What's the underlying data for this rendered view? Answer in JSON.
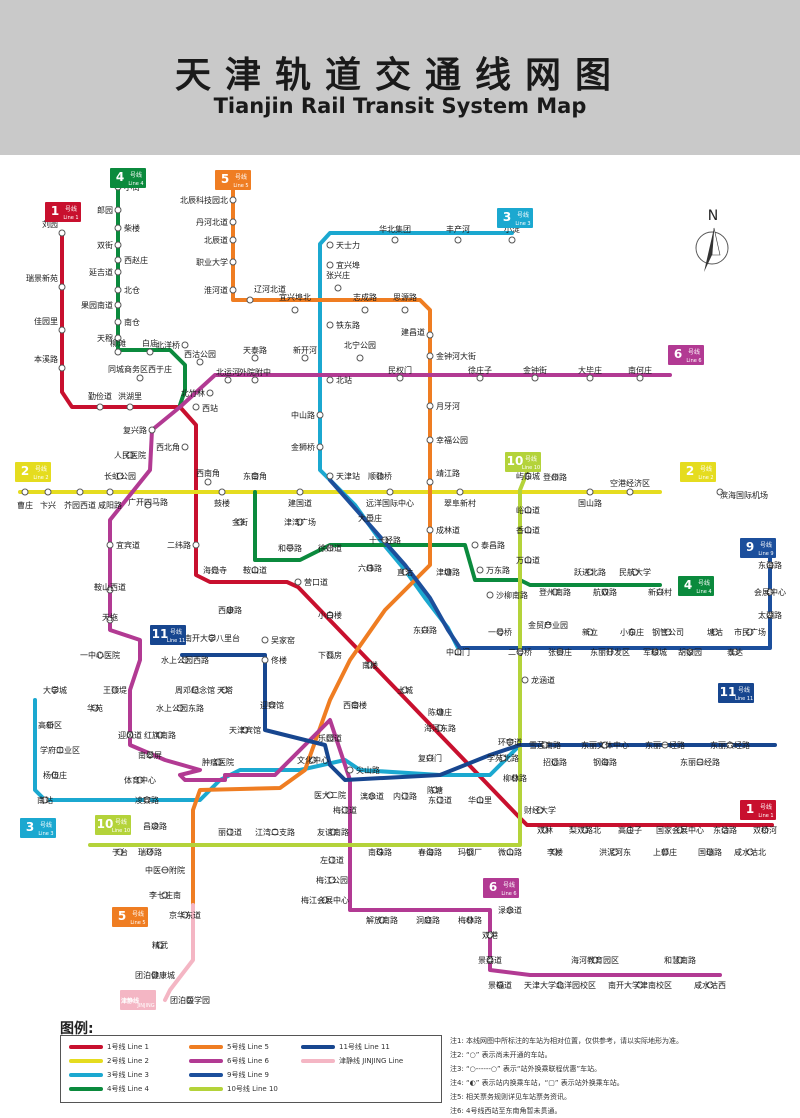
{
  "title_cn": "天津轨道交通线网图",
  "title_en": "Tianjin Rail Transit System Map",
  "compass": "N",
  "colors": {
    "line1": "#c8102e",
    "line2": "#e5dc1f",
    "line3": "#1ba8d0",
    "line4": "#0b8a3d",
    "line5": "#ef7d22",
    "line6": "#b23a93",
    "line9": "#1c4f9c",
    "line10": "#b4d33a",
    "line11": "#17468f",
    "jinjing": "#f4b6c4"
  },
  "line_badges": [
    {
      "num": "1",
      "cn": "号线",
      "en": "Line 1",
      "color": "#c8102e"
    },
    {
      "num": "4",
      "cn": "号线",
      "en": "Line 4",
      "color": "#0b8a3d"
    },
    {
      "num": "5",
      "cn": "号线",
      "en": "Line 5",
      "color": "#ef7d22"
    },
    {
      "num": "3",
      "cn": "号线",
      "en": "Line 3",
      "color": "#1ba8d0"
    },
    {
      "num": "6",
      "cn": "号线",
      "en": "Line 6",
      "color": "#b23a93"
    },
    {
      "num": "2",
      "cn": "号线",
      "en": "Line 2",
      "color": "#e5dc1f"
    },
    {
      "num": "10",
      "cn": "号线",
      "en": "Line 10",
      "color": "#b4d33a"
    },
    {
      "num": "2",
      "cn": "号线",
      "en": "Line 2",
      "color": "#e5dc1f"
    },
    {
      "num": "9",
      "cn": "号线",
      "en": "Line 9",
      "color": "#1c4f9c"
    },
    {
      "num": "4",
      "cn": "号线",
      "en": "Line 4",
      "color": "#0b8a3d"
    },
    {
      "num": "11",
      "cn": "号线",
      "en": "Line 11",
      "color": "#17468f"
    },
    {
      "num": "11",
      "cn": "号线",
      "en": "Line 11",
      "color": "#17468f"
    },
    {
      "num": "3",
      "cn": "号线",
      "en": "Line 3",
      "color": "#1ba8d0"
    },
    {
      "num": "10",
      "cn": "号线",
      "en": "Line 10",
      "color": "#b4d33a"
    },
    {
      "num": "1",
      "cn": "号线",
      "en": "Line 1",
      "color": "#c8102e"
    },
    {
      "num": "6",
      "cn": "号线",
      "en": "Line 6",
      "color": "#b23a93"
    },
    {
      "num": "5",
      "cn": "号线",
      "en": "Line 5",
      "color": "#ef7d22"
    },
    {
      "num": "津静线",
      "cn": "",
      "en": "JINJING",
      "color": "#f4b6c4"
    }
  ],
  "stations": [
    "刘园",
    "瑞景新苑",
    "佳园里",
    "本溪路",
    "勤俭道",
    "洪湖里",
    "西站",
    "小街",
    "郎园",
    "柴楼",
    "双街",
    "西赵庄",
    "延吉道",
    "北仓",
    "果园南道",
    "南仓",
    "天穆",
    "柳滩",
    "白庙",
    "北洋桥",
    "同城商务区西于庄",
    "北辰科技园北",
    "丹河北道",
    "北辰道",
    "职业大学",
    "淮河道",
    "辽河北道",
    "宜兴埠北",
    "张兴庄",
    "志成路",
    "思源路",
    "建昌道",
    "金钟河大街",
    "天士力",
    "华北集团",
    "丰产河",
    "小淀",
    "宜兴埠",
    "铁东路",
    "北宁公园",
    "北站",
    "天泰路",
    "新开河",
    "外院附中",
    "西沽公园",
    "北运河",
    "北竹林",
    "民权门",
    "徐庄子",
    "金钟街",
    "大毕庄",
    "南何庄",
    "月牙河",
    "幸福公园",
    "复兴路",
    "人民医院",
    "西北角",
    "长虹公园",
    "西南角",
    "东南角",
    "天津站",
    "顺驰桥",
    "靖江路",
    "屿东城",
    "登州路",
    "国山路",
    "空港经济区",
    "滨海国际机场",
    "曹庄",
    "卞兴",
    "芥园西道",
    "咸阳路",
    "广开四马路",
    "鼓楼",
    "建国道",
    "远洋国际中心",
    "翠阜新村",
    "中山路",
    "金狮桥",
    "津湾广场",
    "大王庄",
    "十一经路",
    "成林道",
    "峪山道",
    "香山道",
    "万山道",
    "宜宾道",
    "二纬路",
    "金街",
    "和平路",
    "徐州道",
    "六纬路",
    "直沽",
    "津塘路",
    "泰昌路",
    "万东路",
    "沙柳南路",
    "鞍山西道",
    "海光寺",
    "鞍山道",
    "营口道",
    "小白楼",
    "西康路",
    "天拖",
    "南开大学八里台",
    "吴家窑",
    "下瓦房",
    "一中心医院",
    "水上公园西路",
    "佟楼",
    "南楼",
    "东兴路",
    "中山门",
    "二号桥",
    "张贵庄",
    "东丽开发区",
    "军粮城",
    "一号桥",
    "新立",
    "小东庄",
    "钢管公司",
    "塘沽",
    "市民广场",
    "胡家园",
    "泰达",
    "东海路",
    "会展中心",
    "太湖路",
    "登州南路",
    "航双路",
    "新兴村",
    "跃进北路",
    "民航大学",
    "金贸产业园",
    "大学城",
    "王顶堤",
    "华苑",
    "红旗南路",
    "周邓纪念馆",
    "天塔",
    "迎宾馆",
    "土城",
    "龙涵道",
    "高新区",
    "学府工业区",
    "杨伍庄",
    "南站",
    "迎风道",
    "水上公园东路",
    "天津宾馆",
    "西南楼",
    "陈塘庄",
    "环宇道",
    "雪莲南路",
    "东丽文体中心",
    "东丽一经路",
    "东丽六经路",
    "南翠屏",
    "肿瘤医院",
    "文化中心",
    "乐园道",
    "海河东路",
    "尖山路",
    "复兴门",
    "学苑北路",
    "招远路",
    "钢海路",
    "东丽三经路",
    "体育中心",
    "凌宾路",
    "医大二院",
    "漓水道",
    "内江路",
    "东江道",
    "柳林路",
    "陈塘",
    "华山里",
    "财经大学",
    "双林",
    "梨双路北",
    "高庄子",
    "国家会展中心",
    "东沽路",
    "双桥河",
    "于台",
    "瑞环路",
    "昌凌路",
    "丽江道",
    "江湾二支路",
    "友谊南路",
    "梅江道",
    "南珠路",
    "春海路",
    "玛钢厂",
    "微山路",
    "李楼",
    "洪泥河东",
    "上郭庄",
    "国瑞路",
    "咸水沽北",
    "中医一附院",
    "李七庄南",
    "京华东道",
    "左江道",
    "梅江公园",
    "梅江会展中心",
    "解放南路",
    "洞庭路",
    "梅林路",
    "渌水道",
    "双港",
    "景荔道",
    "景福道",
    "天津大学北洋园校区",
    "海河教育园区",
    "南开大学津南校区",
    "和慧南路",
    "咸水沽西",
    "精武",
    "团泊健康城",
    "团泊医学园"
  ],
  "legend": {
    "title": "图例:",
    "items": [
      "1号线  Line 1",
      "2号线  Line 2",
      "3号线  Line 3",
      "4号线  Line 4",
      "5号线  Line 5",
      "6号线  Line 6",
      "9号线  Line 9",
      "10号线  Line 10",
      "11号线  Line 11",
      "津静线  JINJING Line"
    ]
  },
  "notes": [
    "注1: 本线网图中所标注的车站为相对位置，仅供参考，请以实际地形为准。",
    "注2: “○” 表示尚未开通的车站。",
    "注3: “○------○” 表示“站外换乘联程优惠”车站。",
    "注4: “◐” 表示站内换乘车站，“▢” 表示站外换乘车站。",
    "注5: 相关票务规则详见车站票务资讯。",
    "注6: 4号线西站至东南角暂未贯通。"
  ]
}
